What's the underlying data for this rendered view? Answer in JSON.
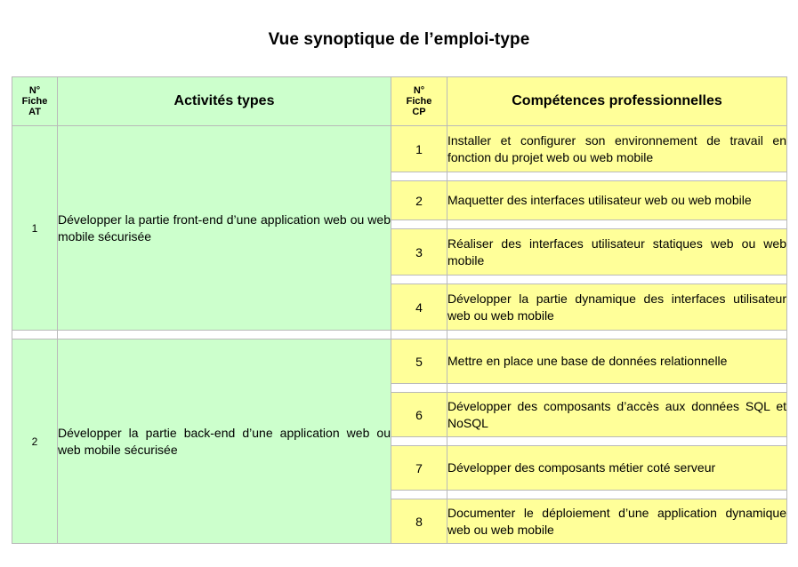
{
  "title": "Vue synoptique de l’emploi-type",
  "headers": {
    "at_num": [
      "N°",
      "Fiche",
      "AT"
    ],
    "activities": "Activités types",
    "cp_num": [
      "N°",
      "Fiche",
      "CP"
    ],
    "competences": "Compétences professionnelles"
  },
  "activities": [
    {
      "num": "1",
      "label": "Développer la partie front-end d’une application web ou web mobile sécurisée",
      "competences": [
        {
          "num": "1",
          "label": "Installer et configurer son environnement de travail en fonction du projet web ou web mobile"
        },
        {
          "num": "2",
          "label": "Maquetter des interfaces utilisateur web ou web mobile"
        },
        {
          "num": "3",
          "label": "Réaliser des interfaces utilisateur statiques web ou web mobile"
        },
        {
          "num": "4",
          "label": "Développer la partie dynamique des interfaces utilisateur web ou web mobile"
        }
      ]
    },
    {
      "num": "2",
      "label": "Développer la partie back-end d’une application web ou web mobile sécurisée",
      "competences": [
        {
          "num": "5",
          "label": "Mettre en place une base de données relationnelle"
        },
        {
          "num": "6",
          "label": "Développer des composants d’accès aux données SQL et NoSQL"
        },
        {
          "num": "7",
          "label": "Développer des composants métier coté serveur"
        },
        {
          "num": "8",
          "label": "Documenter le déploiement d’une application dynamique web ou web mobile"
        }
      ]
    }
  ]
}
